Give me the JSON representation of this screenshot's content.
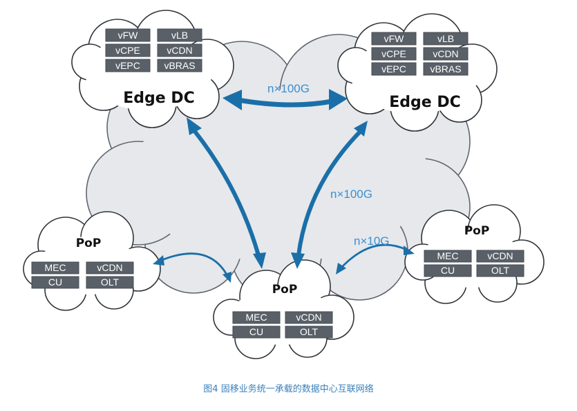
{
  "nodes": {
    "edge_dc_left": {
      "title": "Edge DC",
      "functions": [
        "vFW",
        "vLB",
        "vCPE",
        "vCDN",
        "vEPC",
        "vBRAS"
      ]
    },
    "edge_dc_right": {
      "title": "Edge DC",
      "functions": [
        "vFW",
        "vLB",
        "vCPE",
        "vCDN",
        "vEPC",
        "vBRAS"
      ]
    },
    "pop_left": {
      "title": "PoP",
      "functions": [
        "MEC",
        "vCDN",
        "CU",
        "OLT"
      ]
    },
    "pop_center": {
      "title": "PoP",
      "functions": [
        "MEC",
        "vCDN",
        "CU",
        "OLT"
      ]
    },
    "pop_right": {
      "title": "PoP",
      "functions": [
        "MEC",
        "vCDN",
        "CU",
        "OLT"
      ]
    }
  },
  "links": {
    "dc_to_dc": "n×100G",
    "dc_to_pop": "n×100G",
    "pop_to_pop": "n×10G"
  },
  "colors": {
    "arrow": "#1b6fa8",
    "label": "#3a8fd0",
    "tag": "#5a6068",
    "cloud": "#e6e8eb"
  },
  "caption": "图4  固移业务统一承载的数据中心互联网络"
}
